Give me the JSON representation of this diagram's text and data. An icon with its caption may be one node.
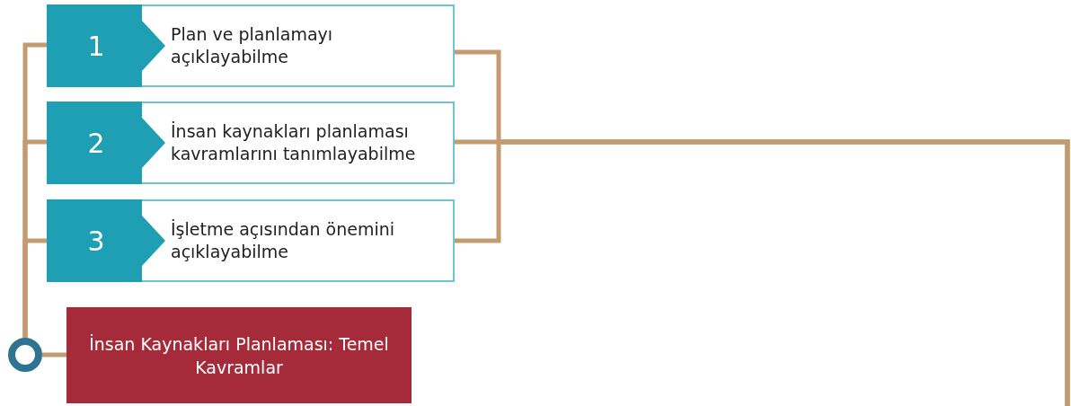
{
  "diagram": {
    "nodes": [
      {
        "text": [],
        "shape": "circle"
      },
      {
        "text": [
          "İnsan Kaynakları Planlaması: Temel Kavramlar"
        ]
      },
      {
        "text": [
          "1",
          "Plan ve planlamayı açıklayabilme"
        ]
      },
      {
        "text": [
          "2",
          "İnsan kaynakları planlaması kavramlarını tanımlayabilme"
        ]
      },
      {
        "text": [
          "3",
          "İşletme açısından önemini açıklayabilme"
        ]
      }
    ],
    "edges": [
      {
        "from": 0,
        "to": 1,
        "arrow": "none"
      },
      {
        "from": 0,
        "to": 2,
        "arrow": "none"
      },
      {
        "from": 0,
        "to": 3,
        "arrow": "none"
      },
      {
        "from": 0,
        "to": 4,
        "arrow": "none"
      },
      {
        "from": 2,
        "to": null,
        "arrow": "none"
      },
      {
        "from": 3,
        "to": null,
        "arrow": "none"
      },
      {
        "from": 4,
        "to": null,
        "arrow": "none"
      }
    ]
  }
}
